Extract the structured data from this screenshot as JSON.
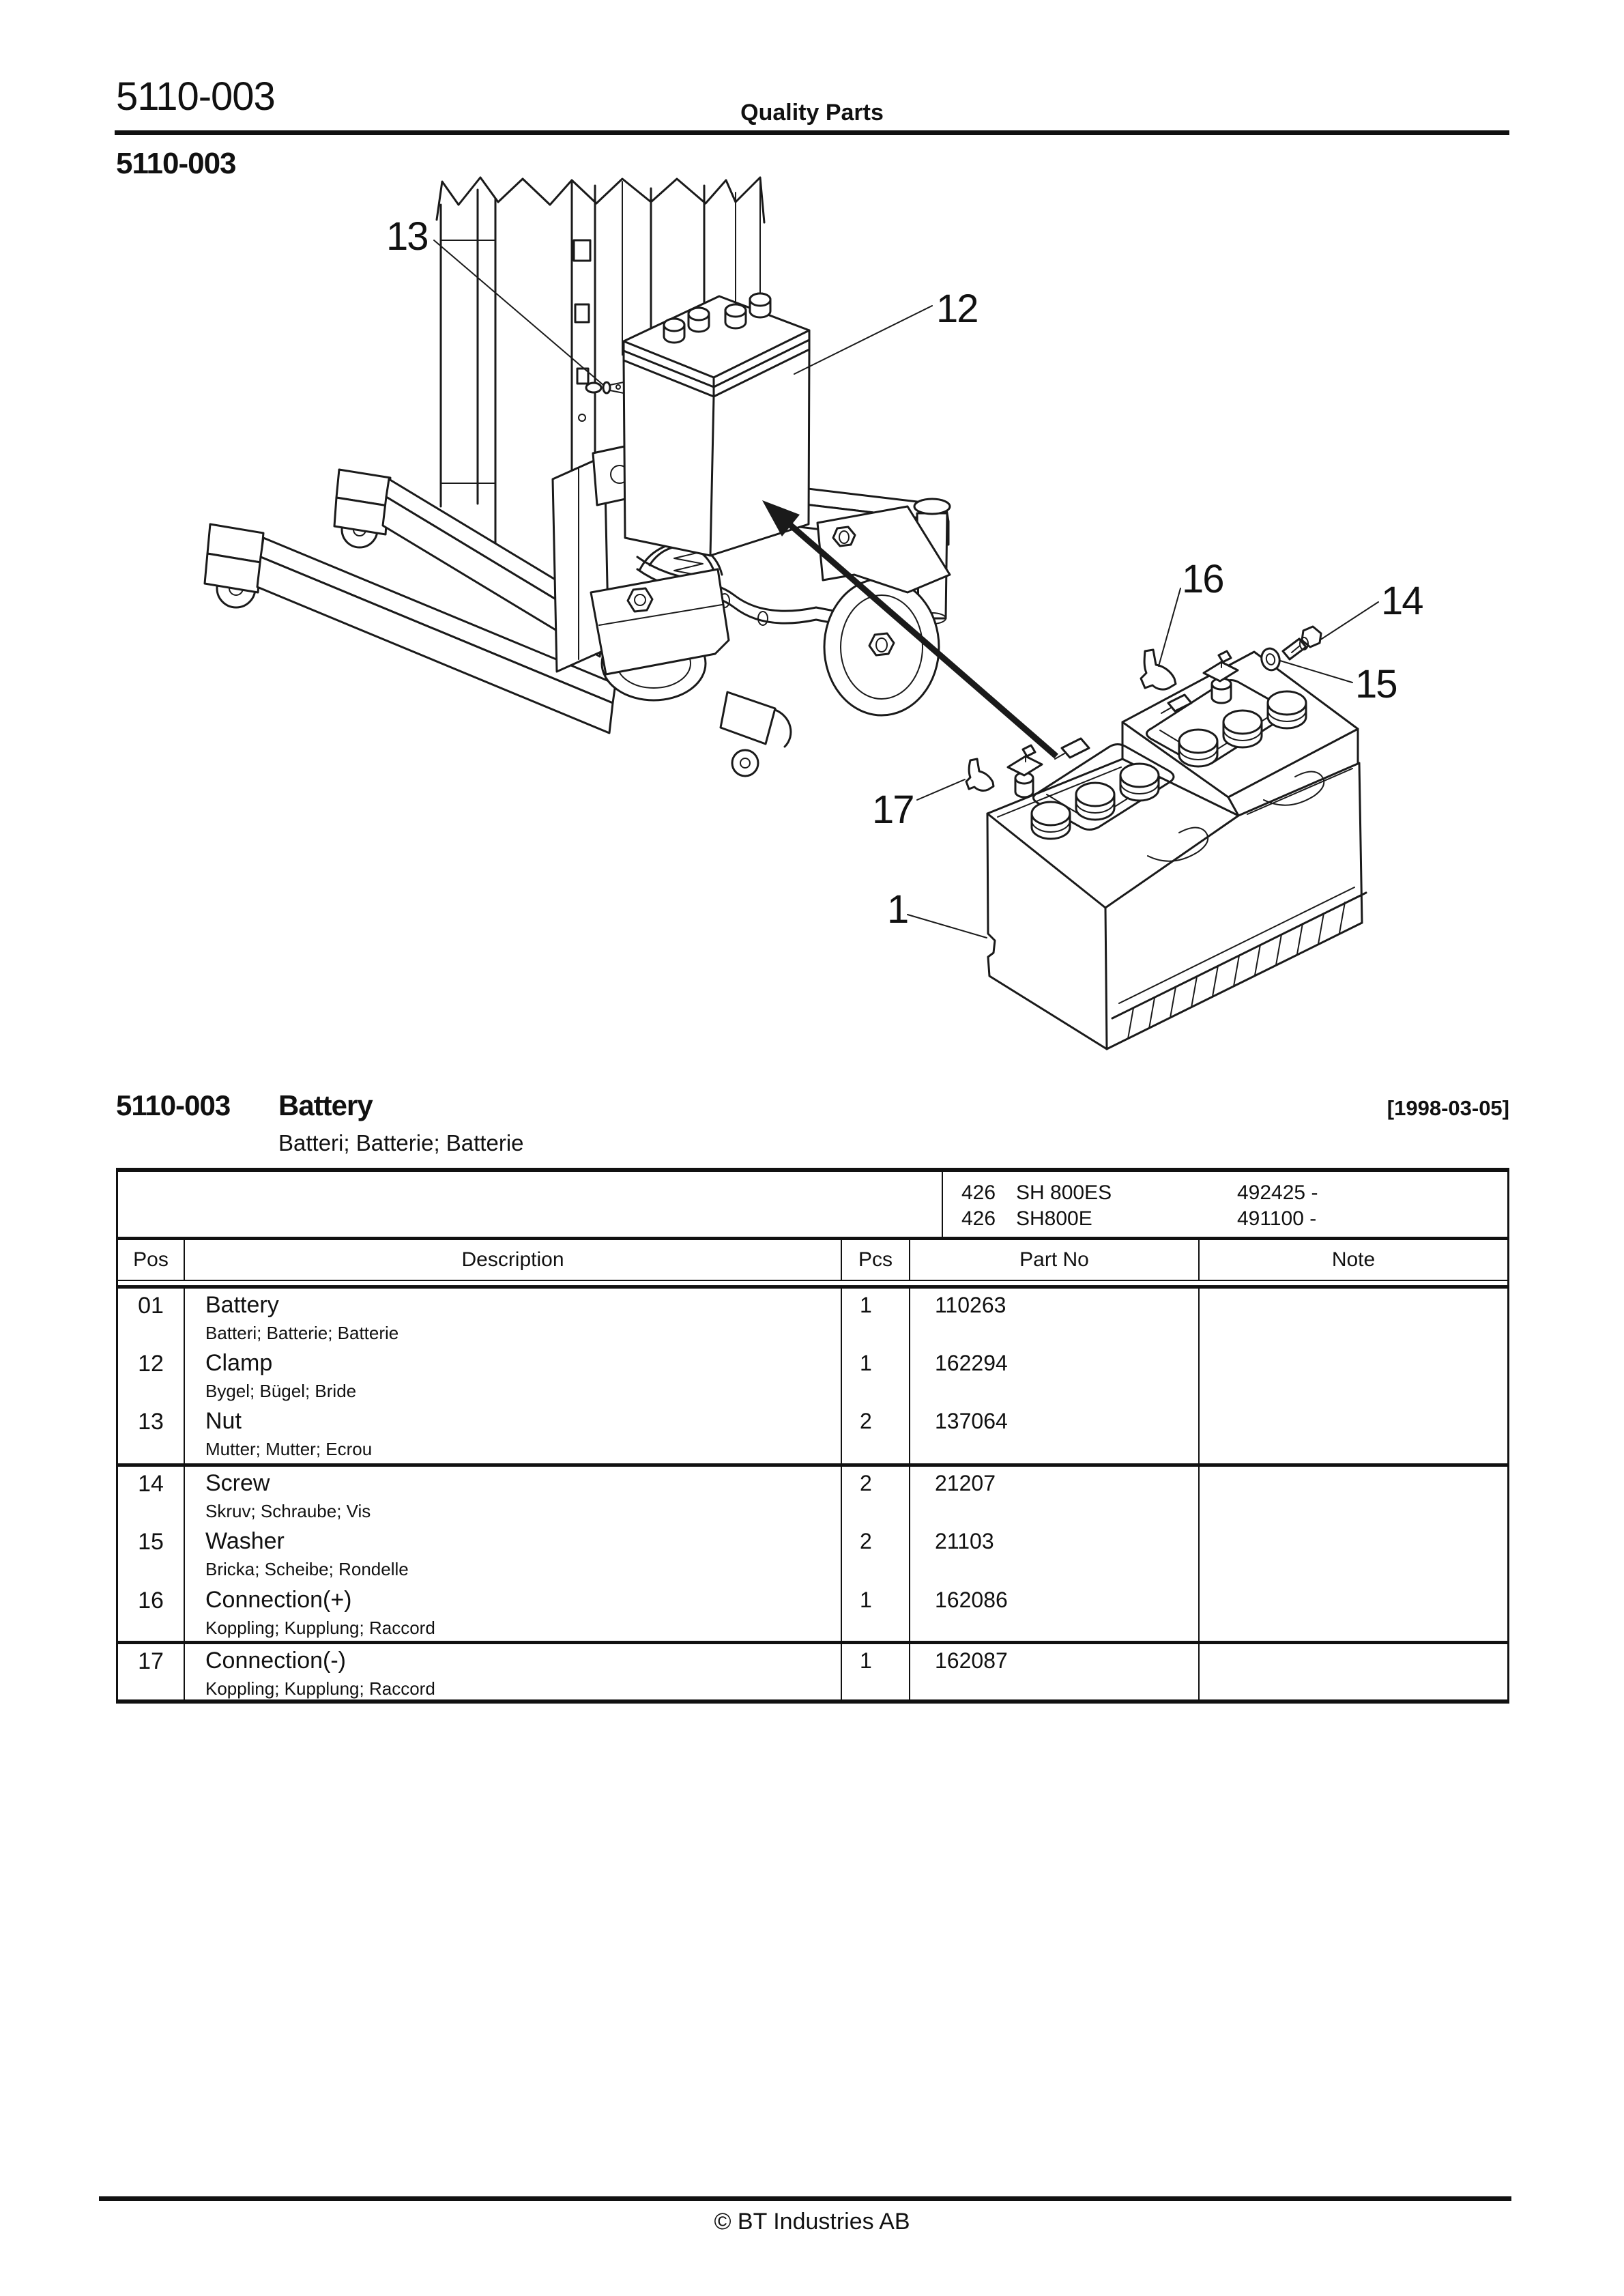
{
  "header": {
    "doc_number": "5110-003",
    "center_title": "Quality Parts",
    "section_code": "5110-003"
  },
  "section": {
    "code": "5110-003",
    "title": "Battery",
    "date": "[1998-03-05]",
    "subtitle": "Batteri; Batterie; Batterie"
  },
  "diagram": {
    "callouts": [
      {
        "label": "13"
      },
      {
        "label": "12"
      },
      {
        "label": "16"
      },
      {
        "label": "14"
      },
      {
        "label": "15"
      },
      {
        "label": "17"
      },
      {
        "label": "1"
      }
    ]
  },
  "table": {
    "models": [
      {
        "code": "426",
        "name": "SH 800ES",
        "serial": "492425 -"
      },
      {
        "code": "426",
        "name": "SH800E",
        "serial": "491100 -"
      }
    ],
    "columns": [
      "Pos",
      "Description",
      "Pcs",
      "Part No",
      "Note"
    ],
    "rows": [
      {
        "pos": "01",
        "desc": "Battery",
        "sub": "Batteri; Batterie; Batterie",
        "pcs": "1",
        "part": "110263",
        "note": ""
      },
      {
        "pos": "12",
        "desc": "Clamp",
        "sub": "Bygel; Bügel; Bride",
        "pcs": "1",
        "part": "162294",
        "note": ""
      },
      {
        "pos": "13",
        "desc": "Nut",
        "sub": "Mutter; Mutter; Ecrou",
        "pcs": "2",
        "part": "137064",
        "note": ""
      },
      {
        "pos": "14",
        "desc": "Screw",
        "sub": "Skruv; Schraube; Vis",
        "pcs": "2",
        "part": "21207",
        "note": ""
      },
      {
        "pos": "15",
        "desc": "Washer",
        "sub": "Bricka; Scheibe; Rondelle",
        "pcs": "2",
        "part": "21103",
        "note": ""
      },
      {
        "pos": "16",
        "desc": "Connection(+)",
        "sub": "Koppling; Kupplung; Raccord",
        "pcs": "1",
        "part": "162086",
        "note": ""
      },
      {
        "pos": "17",
        "desc": "Connection(-)",
        "sub": "Koppling; Kupplung; Raccord",
        "pcs": "1",
        "part": "162087",
        "note": ""
      }
    ]
  },
  "footer": {
    "copyright": "© BT Industries AB"
  }
}
